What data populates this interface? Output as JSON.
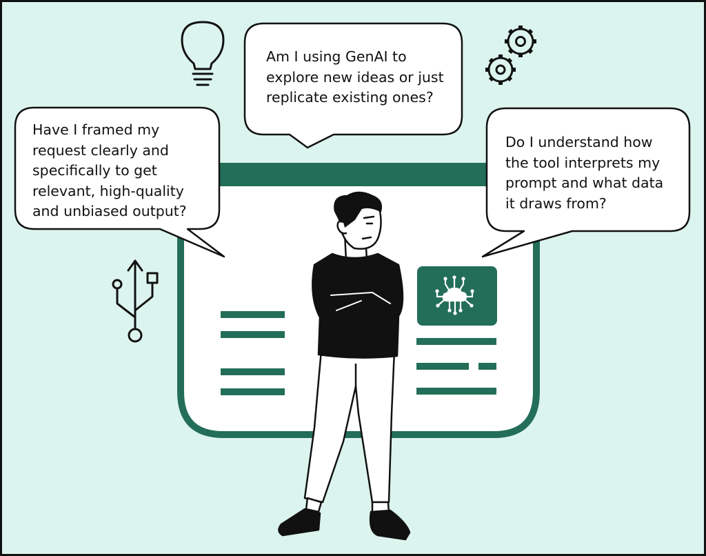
{
  "bubbles": {
    "left": "Have I framed my\nrequest clearly and\nspecifically to get\nrelevant, high-quality\nand unbiased output?",
    "top": "Am I using GenAI to\nexplore new ideas or just\nreplicate existing ones?",
    "right": "Do I understand how\nthe tool interprets my\nprompt and what data\nit draws from?"
  },
  "icons": [
    "lightbulb-icon",
    "gears-icon",
    "usb-icon",
    "ai-cloud-icon"
  ],
  "colors": {
    "background": "#dcf4ee",
    "accent": "#236e58",
    "outline": "#111111",
    "bubble_fill": "#ffffff"
  }
}
